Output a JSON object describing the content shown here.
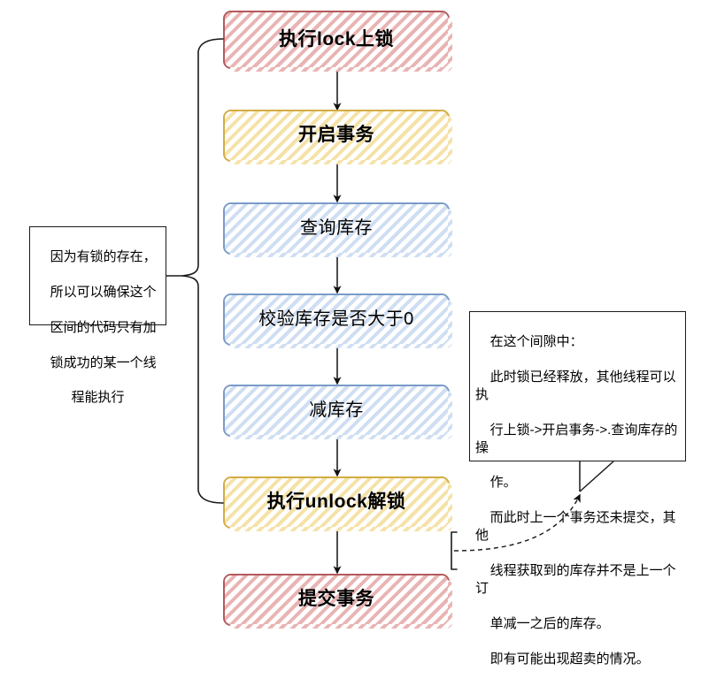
{
  "diagram": {
    "title": "锁与事务时序问题流程图",
    "nodes": [
      {
        "id": "lock",
        "label": "执行lock上锁",
        "color": "red",
        "weight": "bold"
      },
      {
        "id": "begin-tx",
        "label": "开启事务",
        "color": "yellow",
        "weight": "bold"
      },
      {
        "id": "query",
        "label": "查询库存",
        "color": "blue",
        "weight": "regular"
      },
      {
        "id": "check",
        "label": "校验库存是否大于0",
        "color": "blue",
        "weight": "regular"
      },
      {
        "id": "decrease",
        "label": "减库存",
        "color": "blue",
        "weight": "regular"
      },
      {
        "id": "unlock",
        "label": "执行unlock解锁",
        "color": "yellow",
        "weight": "bold"
      },
      {
        "id": "commit-tx",
        "label": "提交事务",
        "color": "red",
        "weight": "bold"
      }
    ],
    "notes": {
      "left": {
        "lines": [
          "因为有锁的存在，",
          "所以可以确保这个",
          "区间的代码只有加",
          "锁成功的某一个线"
        ],
        "last_line": "程能执行"
      },
      "right": {
        "lines": [
          "在这个间隙中：",
          "此时锁已经释放，其他线程可以执",
          "行上锁->开启事务->.查询库存的操",
          "作。",
          "而此时上一个事务还未提交，其他",
          "线程获取到的库存并不是上一个订",
          "单减一之后的库存。",
          "即有可能出现超卖的情况。"
        ]
      }
    },
    "colors": {
      "red_border": "#b35a5c",
      "red_hatch": "#e9b4b4",
      "yellow_border": "#d3ac43",
      "yellow_hatch": "#f5e2a8",
      "blue_border": "#7a9bc8",
      "blue_hatch": "#cfdef2",
      "connector": "#000000",
      "note_border": "#1a1a1a"
    }
  }
}
